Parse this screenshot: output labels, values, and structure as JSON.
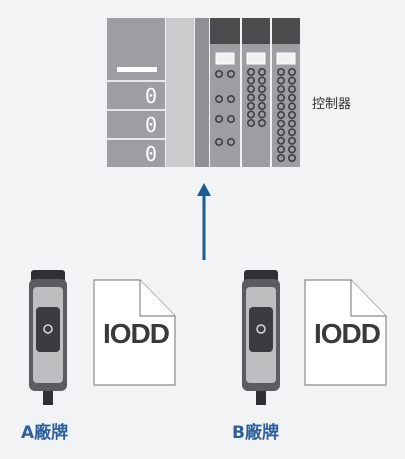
{
  "controller": {
    "label": "控制器",
    "display_digits": [
      "0",
      "0",
      "0"
    ]
  },
  "devices": [
    {
      "id": "a",
      "doc_label": "IODD",
      "vendor_label": "A廠牌"
    },
    {
      "id": "b",
      "doc_label": "IODD",
      "vendor_label": "B廠牌"
    }
  ],
  "colors": {
    "arrow": "#1d5c93",
    "vendor_text": "#2f5f9b",
    "background": "#f1f3f4"
  }
}
